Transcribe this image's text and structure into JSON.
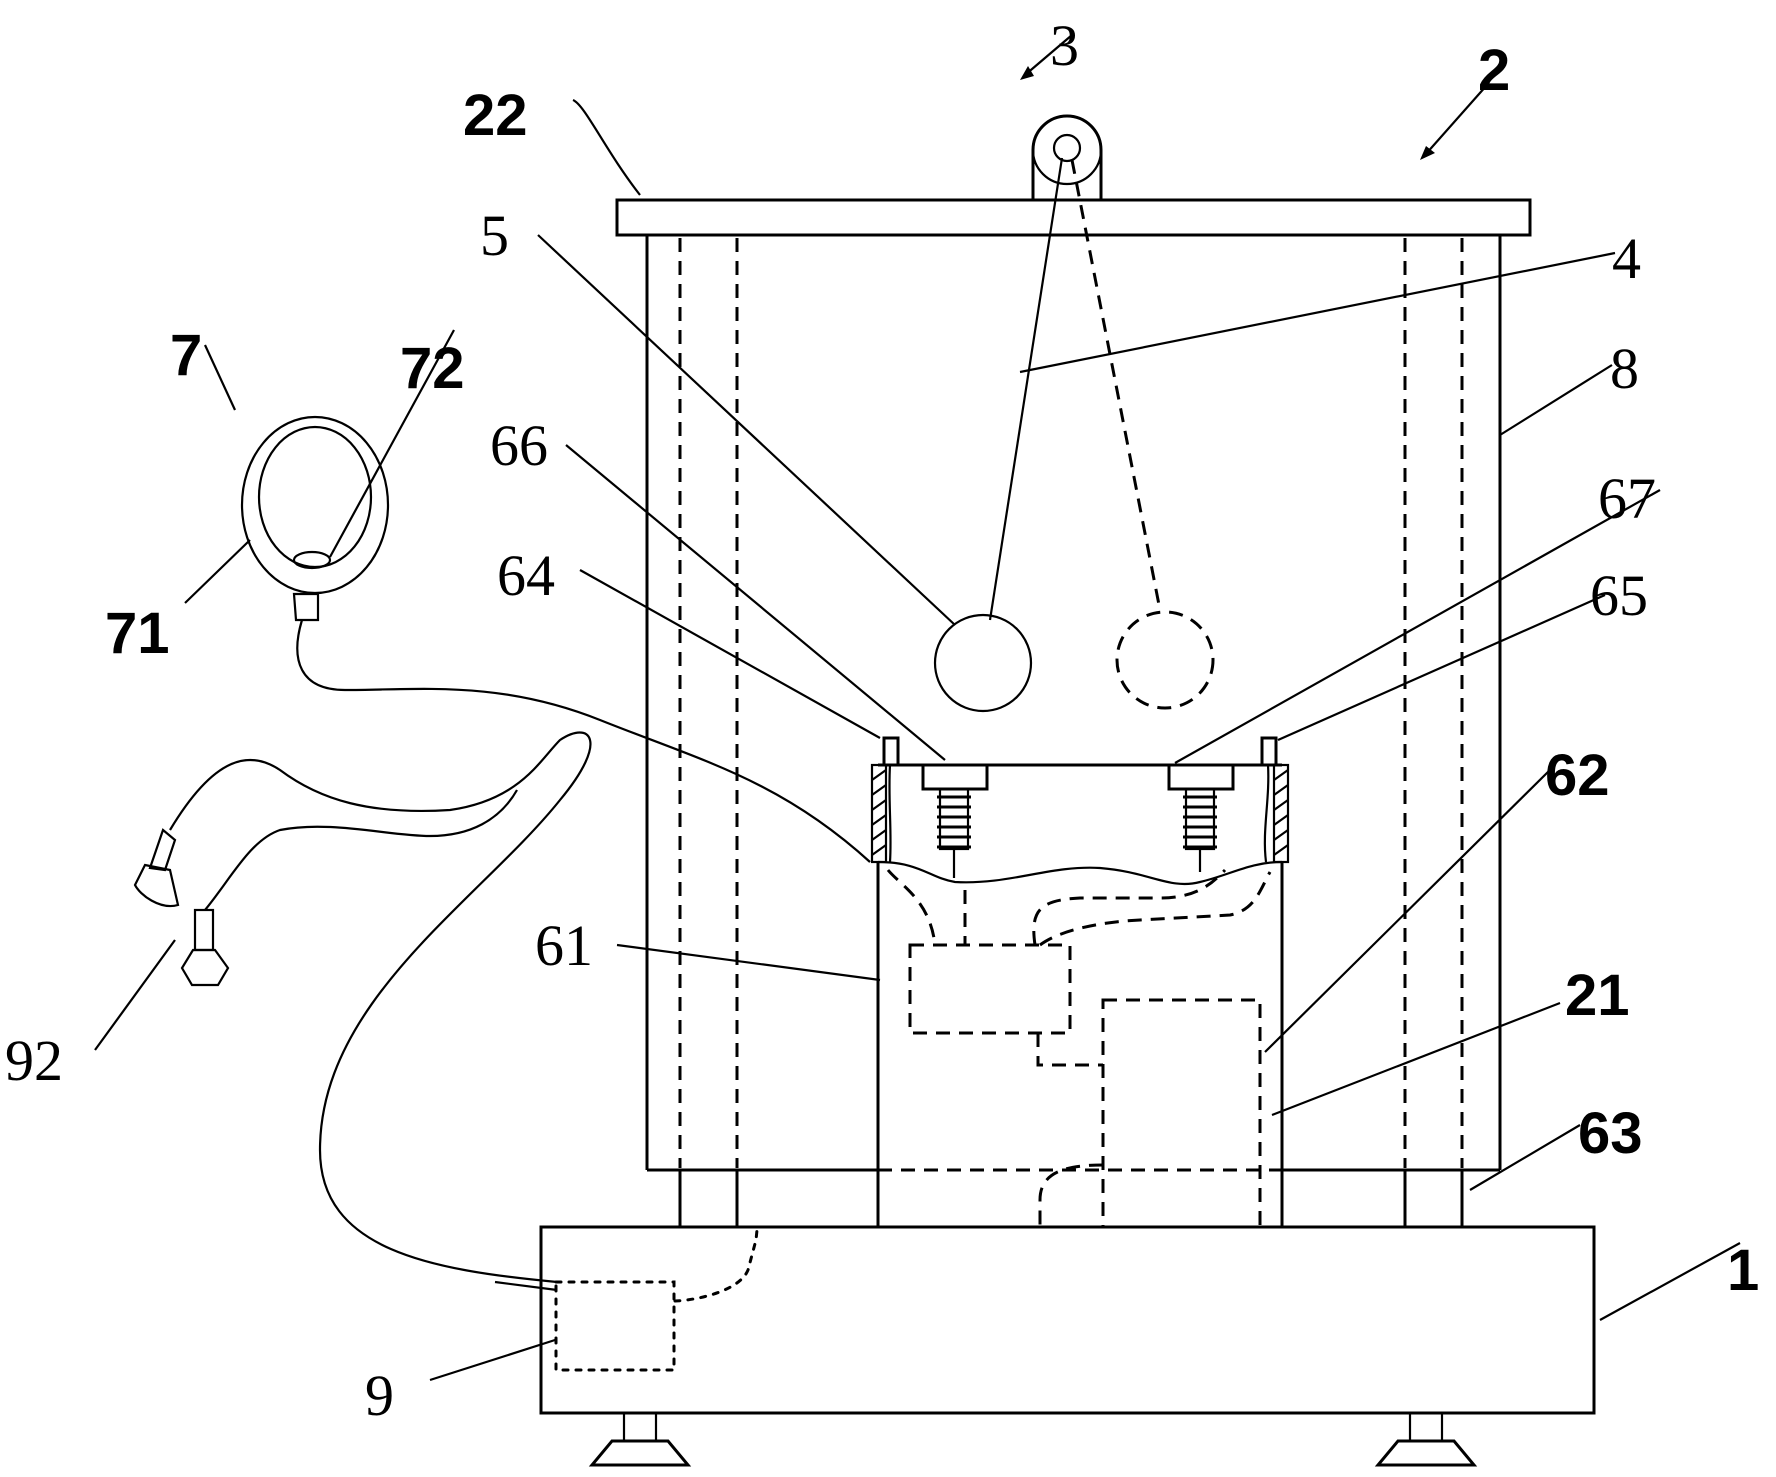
{
  "figure": {
    "type": "patent-mechanical-drawing",
    "colors": {
      "line": "#000000",
      "background": "#ffffff"
    },
    "labels": [
      {
        "id": "1",
        "text": "1",
        "part": "base"
      },
      {
        "id": "2",
        "text": "2",
        "part": "frame"
      },
      {
        "id": "3",
        "text": "3",
        "part": "pulley"
      },
      {
        "id": "4",
        "text": "4",
        "part": "pendulum-rope"
      },
      {
        "id": "5",
        "text": "5",
        "part": "pendulum-ball"
      },
      {
        "id": "7",
        "text": "7",
        "part": "display-meter"
      },
      {
        "id": "8",
        "text": "8",
        "part": "protective-cover"
      },
      {
        "id": "9",
        "text": "9",
        "part": "controller-box"
      },
      {
        "id": "21",
        "text": "21",
        "part": "column"
      },
      {
        "id": "22",
        "text": "22",
        "part": "top-plate"
      },
      {
        "id": "61",
        "text": "61",
        "part": "test-housing"
      },
      {
        "id": "62",
        "text": "62",
        "part": "sensor-module"
      },
      {
        "id": "63",
        "text": "63",
        "part": "processor-module"
      },
      {
        "id": "64",
        "text": "64",
        "part": "left-clamp"
      },
      {
        "id": "65",
        "text": "65",
        "part": "right-clamp"
      },
      {
        "id": "66",
        "text": "66",
        "part": "left-spring-probe"
      },
      {
        "id": "67",
        "text": "67",
        "part": "right-spring-probe"
      },
      {
        "id": "71",
        "text": "71",
        "part": "meter-ring"
      },
      {
        "id": "72",
        "text": "72",
        "part": "meter-pointer"
      },
      {
        "id": "92",
        "text": "92",
        "part": "electrode-probes"
      }
    ]
  }
}
